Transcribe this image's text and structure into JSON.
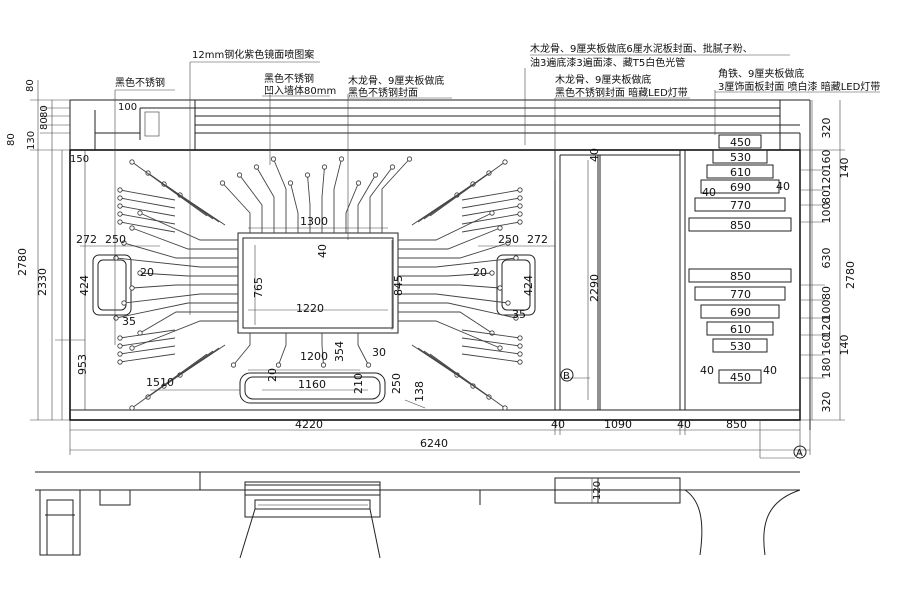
{
  "notes": {
    "glass_pattern": "12mm钢化紫色镜面喷图案",
    "black_steel_1": "黑色不锈钢",
    "black_steel_2": "黑色不锈钢",
    "recess": "凹入墙体80mm",
    "keel_base_1": "木龙骨、9厘夹板做底",
    "black_steel_face": "黑色不锈钢封面",
    "right_top_1": "木龙骨、9厘夹板做底6厘水泥板封面、批腻子粉、",
    "right_top_2": "油3遍底漆3遍面漆、藏T5白色光管",
    "keel_base_2": "木龙骨、9厘夹板做底",
    "black_steel_led": "黑色不锈钢封面 暗藏LED灯带",
    "angle_iron": "角铁、9厘夹板做底",
    "veneer_led": "3厘饰面板封面 喷白漆 暗藏LED灯带"
  },
  "dims": {
    "d80a": "80",
    "d80b": "80",
    "d80c": "80",
    "d80d": "80",
    "d130": "130",
    "d100": "100",
    "d150": "150",
    "d2780_left": "2780",
    "d2330": "2330",
    "d953": "953",
    "d272_l": "272",
    "d250_l": "250",
    "d424_l": "424",
    "d20_l": "20",
    "d35_l": "35",
    "d1510": "1510",
    "d1300": "1300",
    "d40_c": "40",
    "d765": "765",
    "d1220": "1220",
    "d845": "845",
    "d1200": "1200",
    "d354": "354",
    "d30": "30",
    "d20_b": "20",
    "d1160": "1160",
    "d210": "210",
    "d250_b": "250",
    "d138": "138",
    "d250_r": "250",
    "d272_r": "272",
    "d424_r": "424",
    "d20_r": "20",
    "d35_r": "35",
    "d2290": "2290",
    "d40_door": "40",
    "shelf_top": [
      "450",
      "530",
      "610",
      "690",
      "770",
      "850"
    ],
    "shelf_bottom": [
      "850",
      "770",
      "690",
      "610",
      "530",
      "450"
    ],
    "d40_sh1": "40",
    "d40_sh2": "40",
    "d40_sh3": "40",
    "right_v": [
      "320",
      "160",
      "120",
      "80",
      "100",
      "630",
      "80",
      "100",
      "120",
      "160",
      "180",
      "320"
    ],
    "right_v2": [
      "140",
      "2780",
      "140"
    ],
    "bottom": [
      "4220",
      "40",
      "1090",
      "40",
      "850"
    ],
    "total": "6240",
    "plan_120": "120"
  },
  "markers": {
    "a": "A",
    "b": "B"
  }
}
